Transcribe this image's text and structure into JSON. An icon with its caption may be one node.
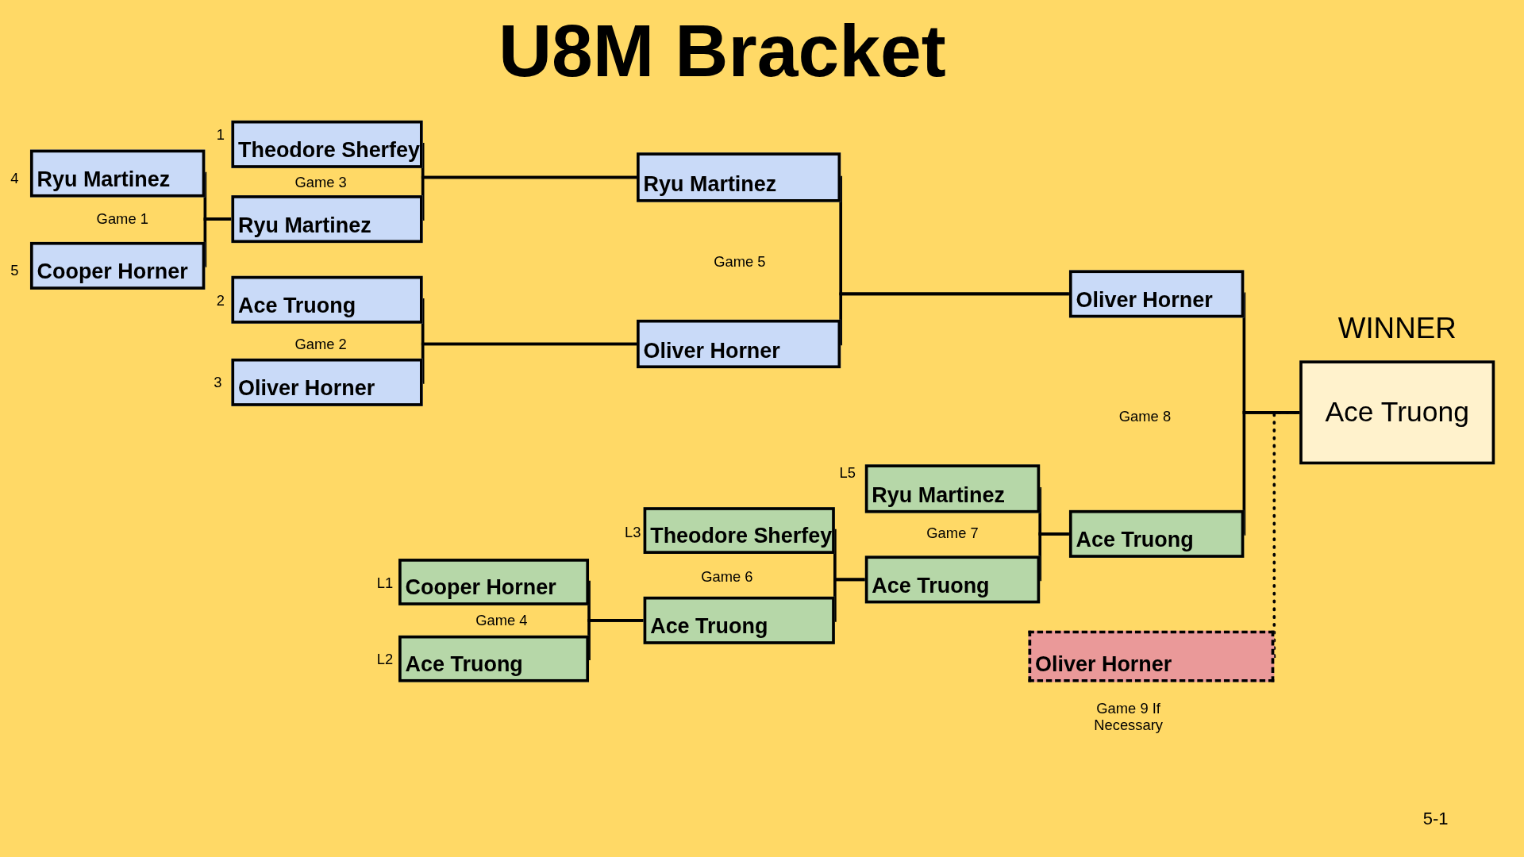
{
  "diagram": {
    "title": "U8M Bracket",
    "nodes": [
      {
        "text": [
          "Theodore Sherfey"
        ],
        "beside": [
          "1"
        ]
      },
      {
        "text": [
          "Ryu Martinez"
        ]
      },
      {
        "text": [
          "Ryu Martinez"
        ],
        "beside": [
          "4"
        ]
      },
      {
        "text": [
          "Cooper Horner"
        ],
        "beside": [
          "5"
        ]
      },
      {
        "text": [
          "Ace Truong"
        ],
        "beside": [
          "2"
        ]
      },
      {
        "text": [
          "Oliver Horner"
        ],
        "beside": [
          "3"
        ]
      },
      {
        "text": [
          "Ryu Martinez"
        ]
      },
      {
        "text": [
          "Oliver Horner"
        ]
      },
      {
        "text": [
          "Oliver Horner"
        ]
      },
      {
        "text": [
          "WINNER",
          "Ace Truong"
        ]
      },
      {
        "text": [
          "Cooper Horner"
        ],
        "beside": [
          "L1"
        ]
      },
      {
        "text": [
          "Ace Truong"
        ],
        "beside": [
          "L2"
        ]
      },
      {
        "text": [
          "Theodore Sherfey"
        ],
        "beside": [
          "L3"
        ]
      },
      {
        "text": [
          "Ace Truong"
        ]
      },
      {
        "text": [
          "Ryu Martinez"
        ],
        "beside": [
          "L5"
        ]
      },
      {
        "text": [
          "Ace Truong"
        ]
      },
      {
        "text": [
          "Ace Truong"
        ]
      },
      {
        "text": [
          "Oliver Horner"
        ],
        "beside": [
          "Game 9 If Necessary"
        ]
      }
    ],
    "edges": [
      {
        "from": 2,
        "to": 1,
        "arrow": "none"
      },
      {
        "from": 3,
        "to": 1,
        "arrow": "none"
      },
      {
        "from": 0,
        "to": 6,
        "arrow": "none"
      },
      {
        "from": 1,
        "to": 6,
        "arrow": "none"
      },
      {
        "from": 4,
        "to": 7,
        "arrow": "none"
      },
      {
        "from": 5,
        "to": 7,
        "arrow": "none"
      },
      {
        "from": 6,
        "to": 8,
        "arrow": "none"
      },
      {
        "from": 7,
        "to": 8,
        "arrow": "none"
      },
      {
        "from": 10,
        "to": 13,
        "arrow": "none"
      },
      {
        "from": 11,
        "to": 13,
        "arrow": "none"
      },
      {
        "from": 12,
        "to": 15,
        "arrow": "none"
      },
      {
        "from": 13,
        "to": 15,
        "arrow": "none"
      },
      {
        "from": 14,
        "to": 16,
        "arrow": "none"
      },
      {
        "from": 15,
        "to": 16,
        "arrow": "none"
      },
      {
        "from": 8,
        "to": 9,
        "arrow": "none"
      },
      {
        "from": 16,
        "to": 9,
        "arrow": "none"
      },
      {
        "from": 17,
        "to": 9,
        "arrow": "none",
        "style": "dashed"
      }
    ],
    "labels": [
      "Game 3",
      "Game 1",
      "Game 5",
      "Game 2",
      "Game 8",
      "Game 7",
      "Game 6",
      "Game 4",
      "5-1"
    ]
  }
}
